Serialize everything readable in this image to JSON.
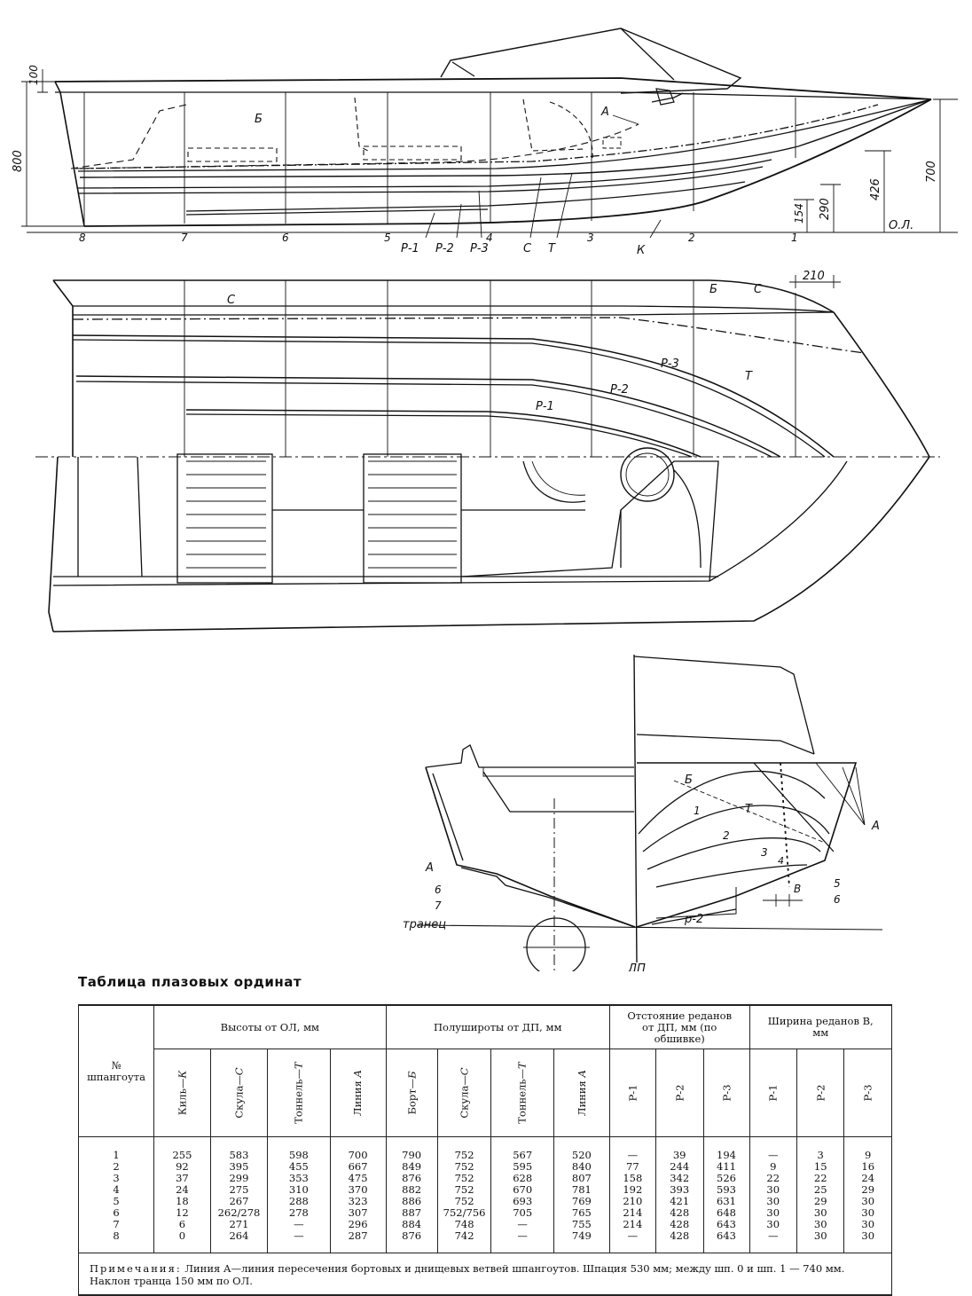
{
  "profile": {
    "dims": {
      "d100": "100",
      "d800": "800",
      "d700": "700",
      "d426": "426",
      "d290": "290",
      "d154": "154"
    },
    "baseline_label": "О.Л.",
    "frames": [
      "8",
      "7",
      "6",
      "5",
      "4",
      "3",
      "2",
      "1"
    ],
    "line_labels": {
      "B": "Б",
      "A": "А",
      "R1": "Р-1",
      "R2": "Р-2",
      "R3": "Р-3",
      "C": "С",
      "T": "Т",
      "K": "К"
    }
  },
  "plan": {
    "dim": "210",
    "line_labels": {
      "C_top": "С",
      "B": "Б",
      "C": "С",
      "T": "Т",
      "R3": "Р-3",
      "R2": "Р-2",
      "R1": "Р-1"
    }
  },
  "body_plan": {
    "labels": {
      "B": "Б",
      "T": "Т",
      "A_right": "А",
      "A_left": "А",
      "n1": "1",
      "n2": "2",
      "n3": "3",
      "n4": "4",
      "n5": "5",
      "n6_right": "6",
      "n6_left": "6",
      "n7": "7",
      "B_width": "В",
      "R2": "р-2",
      "transom": "транец",
      "DP": "ДП"
    }
  },
  "table": {
    "title": "Таблица плазовых ординат",
    "row_header": [
      "№",
      "шпангоута"
    ],
    "groups": {
      "heights": "Высоты от ОЛ, мм",
      "halfbreadths": "Полушироты от ДП, мм",
      "step_offset": [
        "Отстояние реданов",
        "от ДП, мм (по",
        "обшивке)"
      ],
      "step_width": [
        "Ширина реданов В,",
        "мм"
      ]
    },
    "columns": {
      "keel": [
        "Киль—",
        "К"
      ],
      "chine_h": [
        "Скула—",
        "С"
      ],
      "tunnel_h": [
        "Тоннель—",
        "Т"
      ],
      "line_a_h": [
        "Линия ",
        "А"
      ],
      "side": [
        "Борт—",
        "Б"
      ],
      "chine_w": [
        "Скула—",
        "С"
      ],
      "tunnel_w": [
        "Тоннель—",
        "Т"
      ],
      "line_a_w": [
        "Линия ",
        "А"
      ],
      "r1": "Р-1",
      "r2": "Р-2",
      "r3": "Р-3",
      "w1": "Р-1",
      "w2": "Р-2",
      "w3": "Р-3"
    },
    "rows": [
      [
        "1",
        "255",
        "583",
        "598",
        "700",
        "790",
        "752",
        "567",
        "520",
        "—",
        "39",
        "194",
        "—",
        "3",
        "9"
      ],
      [
        "2",
        "92",
        "395",
        "455",
        "667",
        "849",
        "752",
        "595",
        "840",
        "77",
        "244",
        "411",
        "9",
        "15",
        "16"
      ],
      [
        "3",
        "37",
        "299",
        "353",
        "475",
        "876",
        "752",
        "628",
        "807",
        "158",
        "342",
        "526",
        "22",
        "22",
        "24"
      ],
      [
        "4",
        "24",
        "275",
        "310",
        "370",
        "882",
        "752",
        "670",
        "781",
        "192",
        "393",
        "593",
        "30",
        "25",
        "29"
      ],
      [
        "5",
        "18",
        "267",
        "288",
        "323",
        "886",
        "752",
        "693",
        "769",
        "210",
        "421",
        "631",
        "30",
        "29",
        "30"
      ],
      [
        "6",
        "12",
        "262/278",
        "278",
        "307",
        "887",
        "752/756",
        "705",
        "765",
        "214",
        "428",
        "648",
        "30",
        "30",
        "30"
      ],
      [
        "7",
        "6",
        "271",
        "—",
        "296",
        "884",
        "748",
        "—",
        "755",
        "214",
        "428",
        "643",
        "30",
        "30",
        "30"
      ],
      [
        "8",
        "0",
        "264",
        "—",
        "287",
        "876",
        "742",
        "—",
        "749",
        "—",
        "428",
        "643",
        "—",
        "30",
        "30"
      ]
    ],
    "note_title": "Примечания:",
    "note_text": " Линия А—линия пересечения бортовых и днищевых ветвей шпангоутов. Шпация 530 мм; между шп. 0 и шп. 1 — 740 мм. Наклон транца 150 мм по ОЛ."
  }
}
